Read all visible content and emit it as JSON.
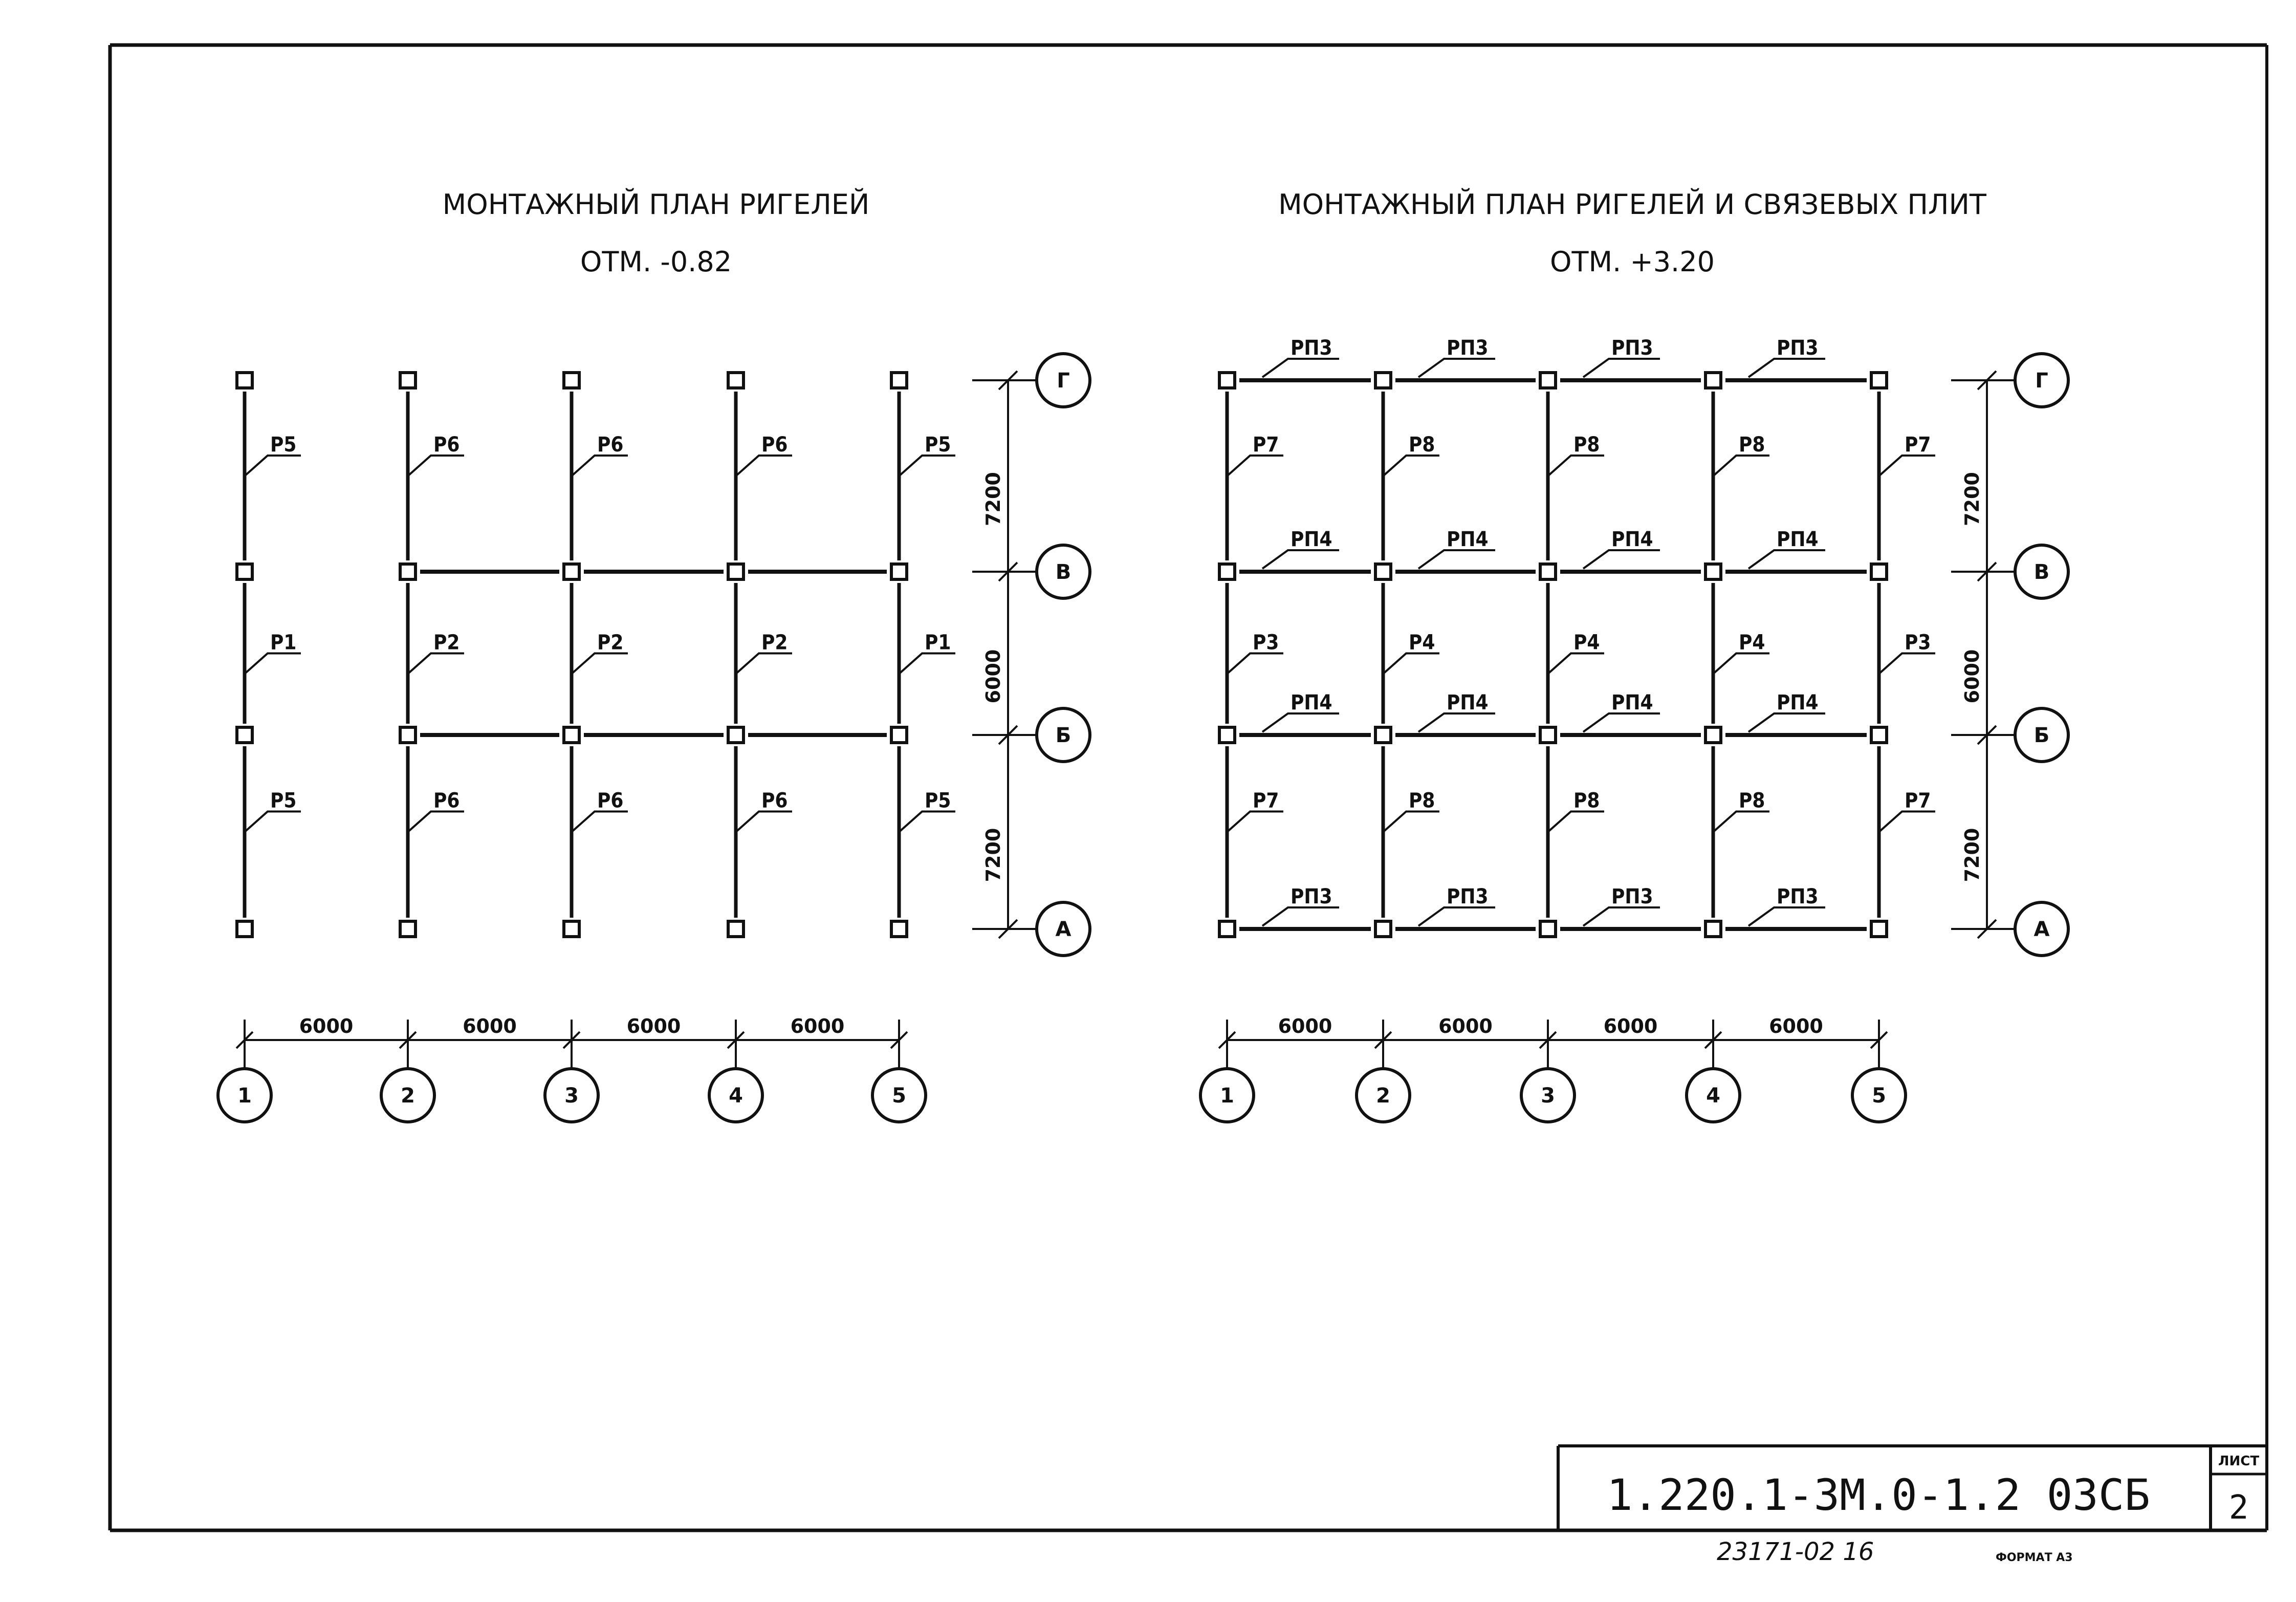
{
  "left_plan": {
    "title": "МОНТАЖНЫЙ ПЛАН РИГЕЛЕЙ",
    "elevation": "ОТМ. -0.82",
    "bay_labels": [
      [
        "Р5",
        "Р6",
        "Р6",
        "Р6",
        "Р5"
      ],
      [
        "Р1",
        "Р2",
        "Р2",
        "Р2",
        "Р1"
      ],
      [
        "Р5",
        "Р6",
        "Р6",
        "Р6",
        "Р5"
      ]
    ]
  },
  "right_plan": {
    "title": "МОНТАЖНЫЙ ПЛАН РИГЕЛЕЙ И СВЯЗЕВЫХ ПЛИТ",
    "elevation": "ОТМ. +3.20",
    "bay_labels": [
      [
        "Р7",
        "Р8",
        "Р8",
        "Р8",
        "Р7"
      ],
      [
        "Р3",
        "Р4",
        "Р4",
        "Р4",
        "Р3"
      ],
      [
        "Р7",
        "Р8",
        "Р8",
        "Р8",
        "Р7"
      ]
    ],
    "slab_labels": [
      [
        "РП3",
        "РП3",
        "РП3",
        "РП3"
      ],
      [
        "РП4",
        "РП4",
        "РП4",
        "РП4"
      ],
      [
        "РП4",
        "РП4",
        "РП4",
        "РП4"
      ],
      [
        "РП3",
        "РП3",
        "РП3",
        "РП3"
      ]
    ]
  },
  "axes": {
    "rows": [
      "Г",
      "В",
      "Б",
      "А"
    ],
    "columns": [
      "1",
      "2",
      "3",
      "4",
      "5"
    ],
    "row_spacing": [
      "7200",
      "6000",
      "7200"
    ],
    "column_spacing": [
      "6000",
      "6000",
      "6000",
      "6000"
    ]
  },
  "title_block": {
    "document_code": "1.220.1-3М.0-1.2 03СБ",
    "sheet_label": "ЛИСТ",
    "sheet_number": "2",
    "archive_number": "23171-02  16",
    "format": "ФОРМАТ А3"
  }
}
